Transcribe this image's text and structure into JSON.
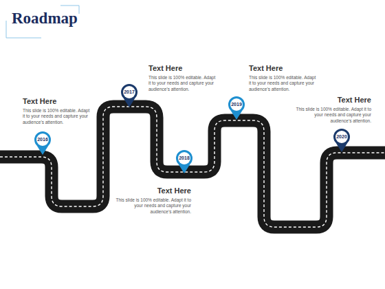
{
  "diagram": {
    "title": "Roadmap",
    "nodes": [
      {
        "text": [
          "2016"
        ]
      },
      {
        "text": [
          "2017"
        ]
      },
      {
        "text": [
          "2018"
        ]
      },
      {
        "text": [
          "2019"
        ]
      },
      {
        "text": [
          "2020"
        ]
      }
    ],
    "labels": [
      "Text Here",
      "This slide is 100% editable. Adapt it to your needs and capture your audience's attention.",
      "Text Here",
      "This slide is 100% editable. Adapt it to your needs and capture your audience's attention.",
      "Text Here",
      "This slide is 100% editable. Adapt it to your needs and capture your audience's attention.",
      "Text Here",
      "This slide is 100% editable. Adapt it to your needs and capture your audience's attention.",
      "Text Here",
      "This slide is 100% editable. Adapt it to your needs and capture your audience's attention."
    ]
  }
}
